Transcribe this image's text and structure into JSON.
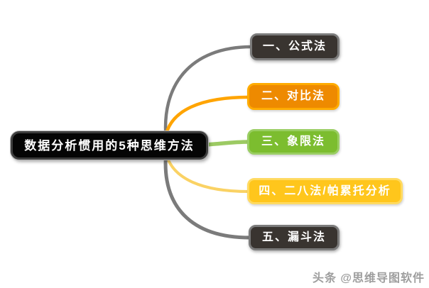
{
  "title": "数据分析惯用的5种思维方法",
  "root": {
    "label": "数据分析惯用的5种思维方法",
    "fill": "#050505",
    "border": "#3e3e3e",
    "text_color": "#ffffff"
  },
  "branches": [
    {
      "label": "一、公式法",
      "fill": "#393430",
      "border": "#7b7b7b",
      "connector": "#7b7b7b",
      "text_color": "#ffffff"
    },
    {
      "label": "二、对比法",
      "fill": "#ee8a00",
      "border": "#ffab00",
      "connector": "#ffa400",
      "text_color": "#ffffff"
    },
    {
      "label": "三、象限法",
      "fill": "#7cbd2f",
      "border": "#9ace63",
      "connector": "#9cca63",
      "text_color": "#ffffff"
    },
    {
      "label": "四、二八法/帕累托分析",
      "fill": "#ffc61c",
      "border": "#ffda60",
      "connector": "#fad264",
      "text_color": "#ffffff"
    },
    {
      "label": "五、漏斗法",
      "fill": "#393430",
      "border": "#7b7b7b",
      "connector": "#7b7b7b",
      "text_color": "#ffffff"
    }
  ],
  "watermark": {
    "text": "头条 @思维导图软件",
    "color": "#9e9e9e"
  }
}
